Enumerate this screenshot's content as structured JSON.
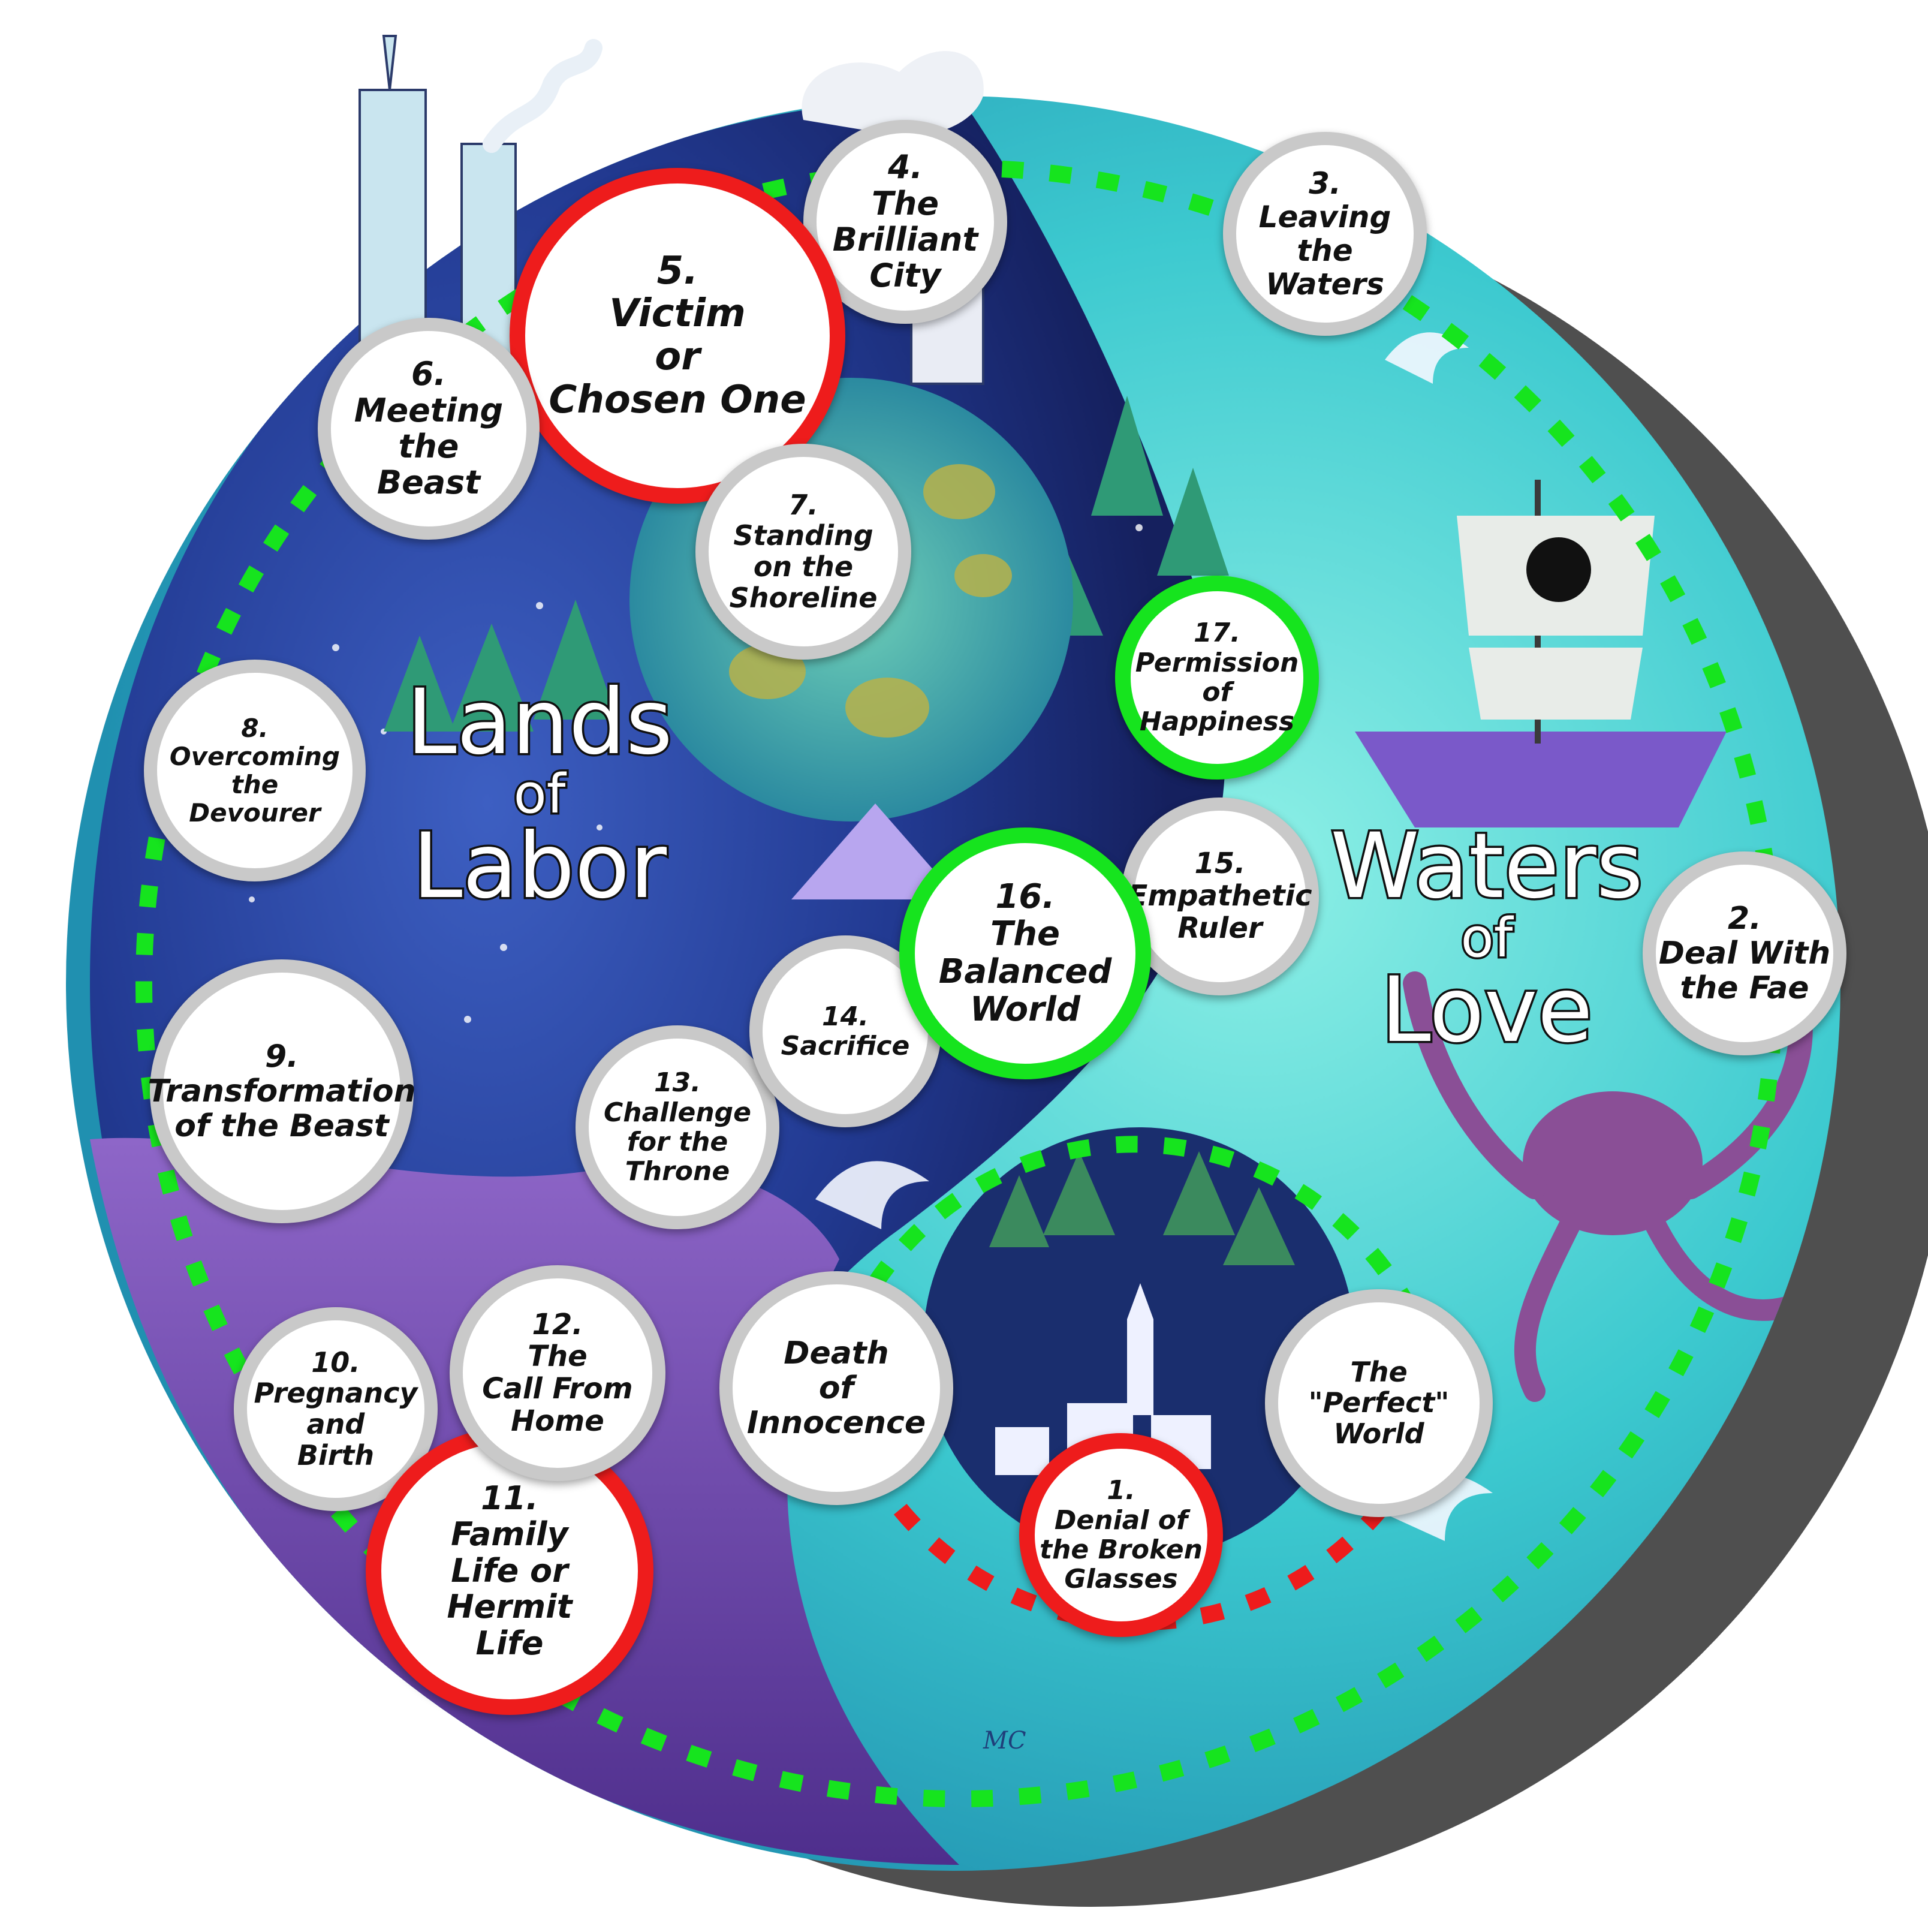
{
  "colors": {
    "labor_dark": "#1b2a6b",
    "labor_mid": "#3b4fb0",
    "love_light": "#62e0d8",
    "love_mid": "#2fb8c4",
    "lavender": "#6b4ba8",
    "path_green": "#16e41e",
    "path_red": "#ee1c1c",
    "ring_grey": "#c9c9c9"
  },
  "regions": {
    "labor": {
      "line1": "Lands",
      "line2": "of",
      "line3": "Labor"
    },
    "love": {
      "line1": "Waters",
      "line2": "of",
      "line3": "Love"
    }
  },
  "signature": "MC",
  "stages": [
    {
      "id": "denial",
      "ring": "red",
      "text": "1.\nDenial of\nthe Broken\nGlasses"
    },
    {
      "id": "fae",
      "ring": "grey",
      "text": "2.\nDeal With\nthe Fae"
    },
    {
      "id": "waters",
      "ring": "grey",
      "text": "3.\nLeaving\nthe\nWaters"
    },
    {
      "id": "city",
      "ring": "grey",
      "text": "4.\nThe\nBrilliant\nCity"
    },
    {
      "id": "victim",
      "ring": "red",
      "text": "5.\nVictim\nor\nChosen One"
    },
    {
      "id": "beast",
      "ring": "grey",
      "text": "6.\nMeeting\nthe\nBeast"
    },
    {
      "id": "shoreline",
      "ring": "grey",
      "text": "7.\nStanding\non the\nShoreline"
    },
    {
      "id": "devourer",
      "ring": "grey",
      "text": "8.\nOvercoming\nthe\nDevourer"
    },
    {
      "id": "transform",
      "ring": "grey",
      "text": "9.\nTransformation\nof the Beast"
    },
    {
      "id": "pregnancy",
      "ring": "grey",
      "text": "10.\nPregnancy\nand\nBirth"
    },
    {
      "id": "family",
      "ring": "red",
      "text": "11.\nFamily\nLife or\nHermit\nLife"
    },
    {
      "id": "callhome",
      "ring": "grey",
      "text": "12.\nThe\nCall From\nHome"
    },
    {
      "id": "throne",
      "ring": "grey",
      "text": "13.\nChallenge\nfor the\nThrone"
    },
    {
      "id": "sacrifice",
      "ring": "grey",
      "text": "14.\nSacrifice"
    },
    {
      "id": "empathetic",
      "ring": "grey",
      "text": "15.\nEmpathetic\nRuler"
    },
    {
      "id": "balanced",
      "ring": "green",
      "text": "16.\nThe\nBalanced\nWorld"
    },
    {
      "id": "permission",
      "ring": "green",
      "text": "17.\nPermission\nof\nHappiness"
    },
    {
      "id": "innocence",
      "ring": "grey",
      "text": "Death\nof\nInnocence"
    },
    {
      "id": "perfect",
      "ring": "grey",
      "text": "The\n\"Perfect\"\nWorld"
    }
  ]
}
